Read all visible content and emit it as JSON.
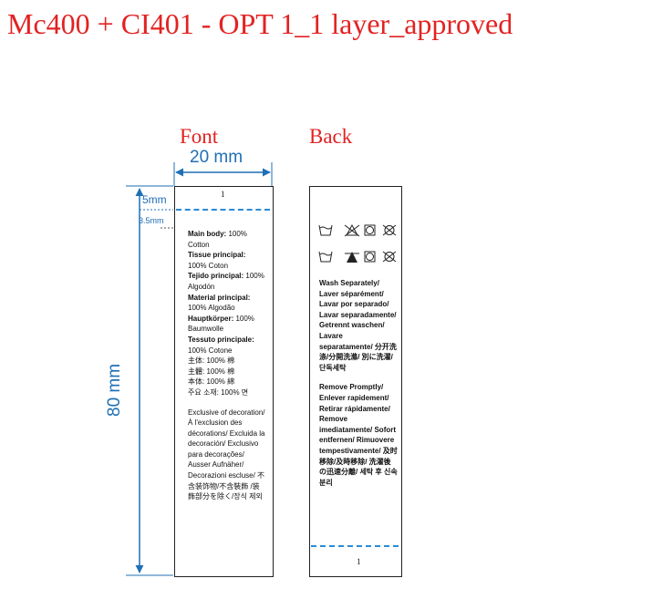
{
  "title": "Mc400 + CI401 - OPT 1_1 layer_approved",
  "front_label": "Font",
  "back_label": "Back",
  "dimensions": {
    "width": "20 mm",
    "height": "80 mm",
    "top_margin": "5mm",
    "sub_margin": "3.5mm"
  },
  "front": {
    "page_number": "1",
    "composition": [
      {
        "bold": "Main body:",
        "normal": " 100% Cotton"
      },
      {
        "bold": "Tissue principal:",
        "normal": " 100% Coton"
      },
      {
        "bold": "Tejido principal:",
        "normal": " 100% Algodón"
      },
      {
        "bold": "Material principal:",
        "normal": " 100% Algodão"
      },
      {
        "bold": "Hauptkörper:",
        "normal": " 100% Baumwolle"
      },
      {
        "bold": "Tessuto principale:",
        "normal": " 100% Cotone"
      },
      {
        "bold": "",
        "normal": "主体: 100% 棉"
      },
      {
        "bold": "",
        "normal": "主體: 100% 棉"
      },
      {
        "bold": "",
        "normal": "本体: 100% 綿"
      },
      {
        "bold": "",
        "normal": "주요 소재: 100% 면"
      }
    ],
    "exclusion": "Exclusive of decoration/ À l'exclusion des décorations/ Excluida la decoración/ Exclusivo para decorações/ Ausser Aufnäher/ Decorazioni escluse/ 不含装饰物/不含裝飾 /装飾部分を除く/장식 제외"
  },
  "back": {
    "care_icons": [
      "washtub-icon",
      "no-bleach-icon",
      "tumble-dry-icon",
      "no-dry-clean-icon",
      "washtub-icon",
      "bleach-icon",
      "tumble-dry-icon",
      "no-dry-clean-icon"
    ],
    "wash_separately": "Wash Separately/ Laver séparément/ Lavar por separado/ Lavar separadamente/ Getrennt waschen/ Lavare separatamente/ 分开洗涤/分開洗滌/ 別に洗濯/단독세탁",
    "remove_promptly": "Remove Promptly/ Enlever rapidement/ Retirar rápidamente/ Remove imediatamente/ Sofort entfernen/ Rimuovere tempestivamente/ 及时移除/及時移除/ 洗濯後の迅速分離/ 세탁 후 신속 분리",
    "page_number": "1"
  },
  "colors": {
    "title_red": "#e32222",
    "dimension_blue": "#1f6fb5",
    "dash_blue": "#2a8bd6"
  }
}
